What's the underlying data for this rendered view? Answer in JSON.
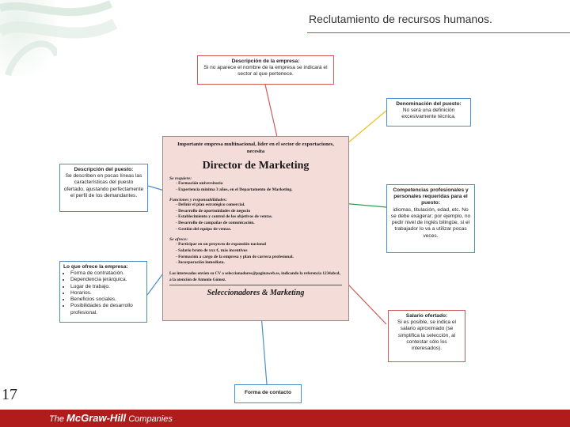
{
  "header": {
    "title": "Reclutamiento de recursos humanos."
  },
  "page_number": "17",
  "footer": {
    "logo_prefix": "The",
    "logo_brand": "McGraw-Hill",
    "logo_suffix": "Companies"
  },
  "colors": {
    "accent_red": "#b01c1c",
    "box_blue": "#4a8fc9",
    "box_red": "#cf5a56",
    "arrow_yellow": "#f0c020",
    "arrow_green": "#2e9a50"
  },
  "ad": {
    "header": "Importante empresa multinacional, líder en el sector de exportaciones, necesita",
    "title": "Director de Marketing",
    "requirements_title": "Se requiere:",
    "requirements": [
      "- Formación universitaria",
      "- Experiencia mínima 3 años, en el Departamento de Marketing."
    ],
    "functions_title": "Funciones y responsabilidades:",
    "functions": [
      "- Definir el plan estratégico comercial.",
      "- Desarrollo de oportunidades de negocio",
      "- Establecimiento y control de los objetivos de ventas.",
      "- Desarrollo de campañas de comunicación.",
      "- Gestión del equipo de ventas."
    ],
    "offer_title": "Se ofrece:",
    "offer": [
      "- Participar en un proyecto de expansión nacional",
      "- Salario bruto de xxx €, más incentivos",
      "- Formación a cargo de la empresa y plan de carrera profesional.",
      "- Incorporación inmediata."
    ],
    "closing": "Los interesados envíen su CV a seleccionadores@paginaweb.es, indicando la referencia 1234abcd, a la atención de Antonio Gómez.",
    "signature": "Seleccionadores & Marketing"
  },
  "callouts": {
    "company": {
      "title": "Descripción de la empresa:",
      "text": "Si no aparece el nombre de la empresa se indicará el sector al que pertenece."
    },
    "job_name": {
      "title": "Denominación del puesto:",
      "text": "No será una definición excesivamente técnica."
    },
    "job_desc": {
      "title": "Descripción del puesto:",
      "text_label": "Se describen en pocas",
      "text": "líneas las características del puesto ofertado, ajustando perfectamente el perfil de los demandantes."
    },
    "competencies": {
      "title": "Competencias profesionales y personales requeridas para el puesto:",
      "text": "idiomas, titulación, edad, etc. No se debe exagerar; por ejemplo, no pedir nivel de inglés bilingüe, si el trabajador lo va a utilizar pocas veces."
    },
    "offer": {
      "title": "Lo que ofrece la empresa:",
      "items": [
        "Forma de contratación.",
        "Dependencia jerárquica.",
        "Lugar de trabajo.",
        "Horarios.",
        "Beneficios sociales.",
        "Posibilidades de desarrollo profesional."
      ]
    },
    "salary": {
      "title": "Salario ofertado:",
      "text": "Si es posible, se indica el salario aproximado (se simplifica la selección, al contestar sólo los interesados)."
    },
    "contact": {
      "title": "Forma de contacto"
    }
  }
}
